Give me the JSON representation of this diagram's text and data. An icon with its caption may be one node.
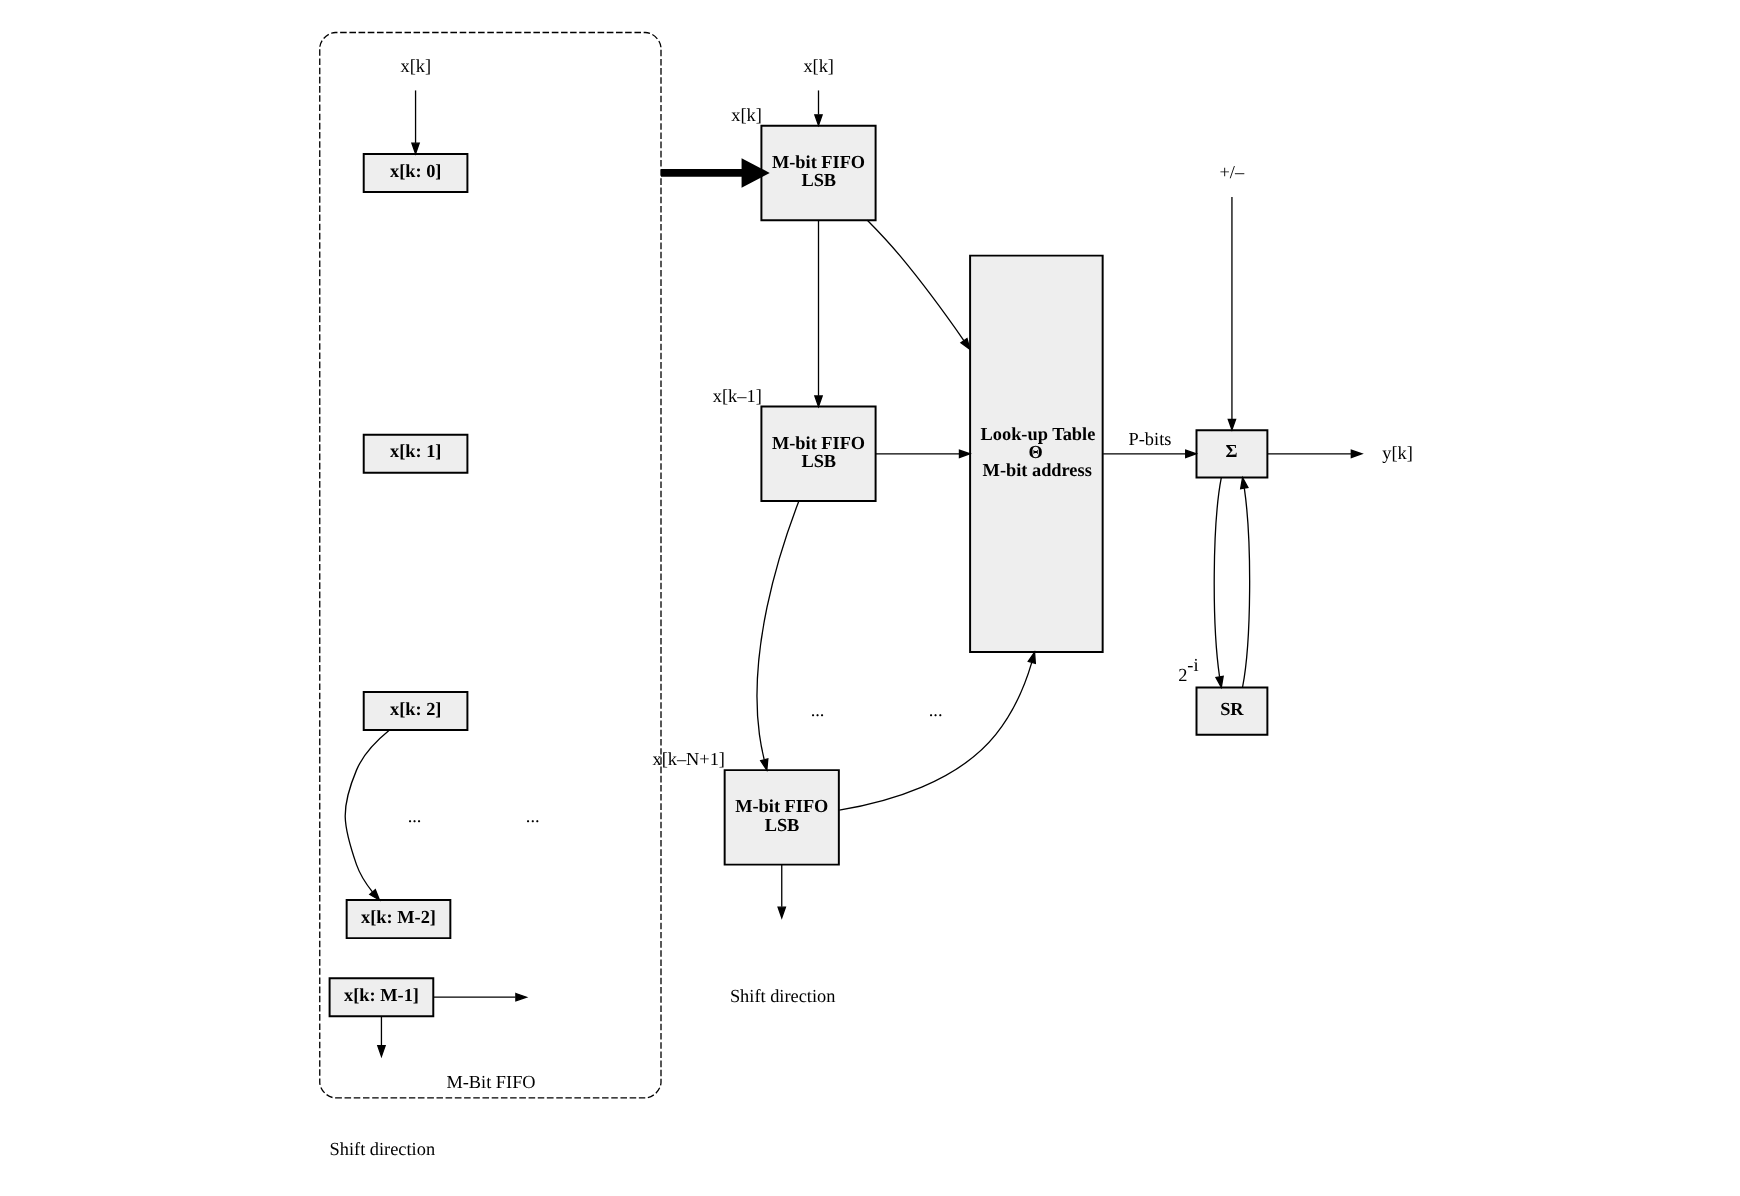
{
  "diagram": {
    "nodes": [
      {
        "text": [
          "M-Bit FIFO"
        ]
      },
      {
        "text": [
          "x[k]"
        ],
        "in": 0
      },
      {
        "text": [
          "x[k: 0]"
        ],
        "in": 0
      },
      {
        "text": [
          "x[k: 1]"
        ],
        "in": 0
      },
      {
        "text": [
          "x[k: 2]"
        ],
        "in": 0
      },
      {
        "text": [
          "x[k: M-2]"
        ],
        "in": 0
      },
      {
        "text": [
          "x[k: M-1]"
        ],
        "in": 0
      },
      {
        "text": [
          "x[k]"
        ]
      },
      {
        "text": [
          "M-bit FIFO",
          "LSB"
        ],
        "beside": [
          "x[k]"
        ]
      },
      {
        "text": [
          "M-bit FIFO",
          "LSB"
        ],
        "beside": [
          "x[k–1]"
        ]
      },
      {
        "text": [
          "M-bit FIFO",
          "LSB"
        ],
        "beside": [
          "x[k–N+1]"
        ]
      },
      {
        "text": [
          "Look-up Table",
          "Θ",
          "M-bit address"
        ]
      },
      {
        "text": [
          "+/–"
        ]
      },
      {
        "text": [
          "Σ"
        ]
      },
      {
        "text": [
          "SR"
        ],
        "beside": [
          "2$^{-i}$"
        ]
      },
      {
        "text": [
          "y[k]"
        ]
      }
    ],
    "edges": [
      {
        "from": 1,
        "to": 2,
        "arrow": "to"
      },
      {
        "from": 4,
        "to": 5,
        "arrow": "to"
      },
      {
        "from": 6,
        "to": null,
        "arrow": "to"
      },
      {
        "from": 6,
        "to": null,
        "arrow": "to"
      },
      {
        "from": 0,
        "to": 8,
        "arrow": "to",
        "style": "thick"
      },
      {
        "from": 7,
        "to": 8,
        "arrow": "to"
      },
      {
        "from": 8,
        "to": 9,
        "arrow": "to"
      },
      {
        "from": 9,
        "to": 10,
        "arrow": "to"
      },
      {
        "from": 10,
        "to": null,
        "arrow": "to"
      },
      {
        "from": 8,
        "to": 11,
        "arrow": "to"
      },
      {
        "from": 9,
        "to": 11,
        "arrow": "to"
      },
      {
        "from": 10,
        "to": 11,
        "arrow": "to"
      },
      {
        "from": 11,
        "to": 13,
        "arrow": "to",
        "label": "P-bits"
      },
      {
        "from": 12,
        "to": 13,
        "arrow": "to"
      },
      {
        "from": 13,
        "to": 15,
        "arrow": "to"
      },
      {
        "from": 13,
        "to": 14,
        "arrow": "to"
      },
      {
        "from": 14,
        "to": 13,
        "arrow": "to"
      }
    ],
    "labels": [
      "...",
      "...",
      "Shift direction",
      "...",
      "...",
      "Shift direction"
    ]
  }
}
